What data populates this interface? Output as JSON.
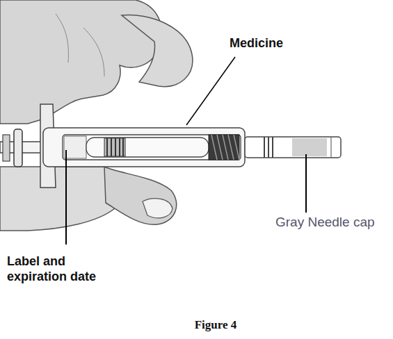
{
  "diagram": {
    "caption": "Figure 4",
    "labels": [
      "Medicine",
      "Label and expiration date",
      "Gray Needle cap"
    ]
  }
}
